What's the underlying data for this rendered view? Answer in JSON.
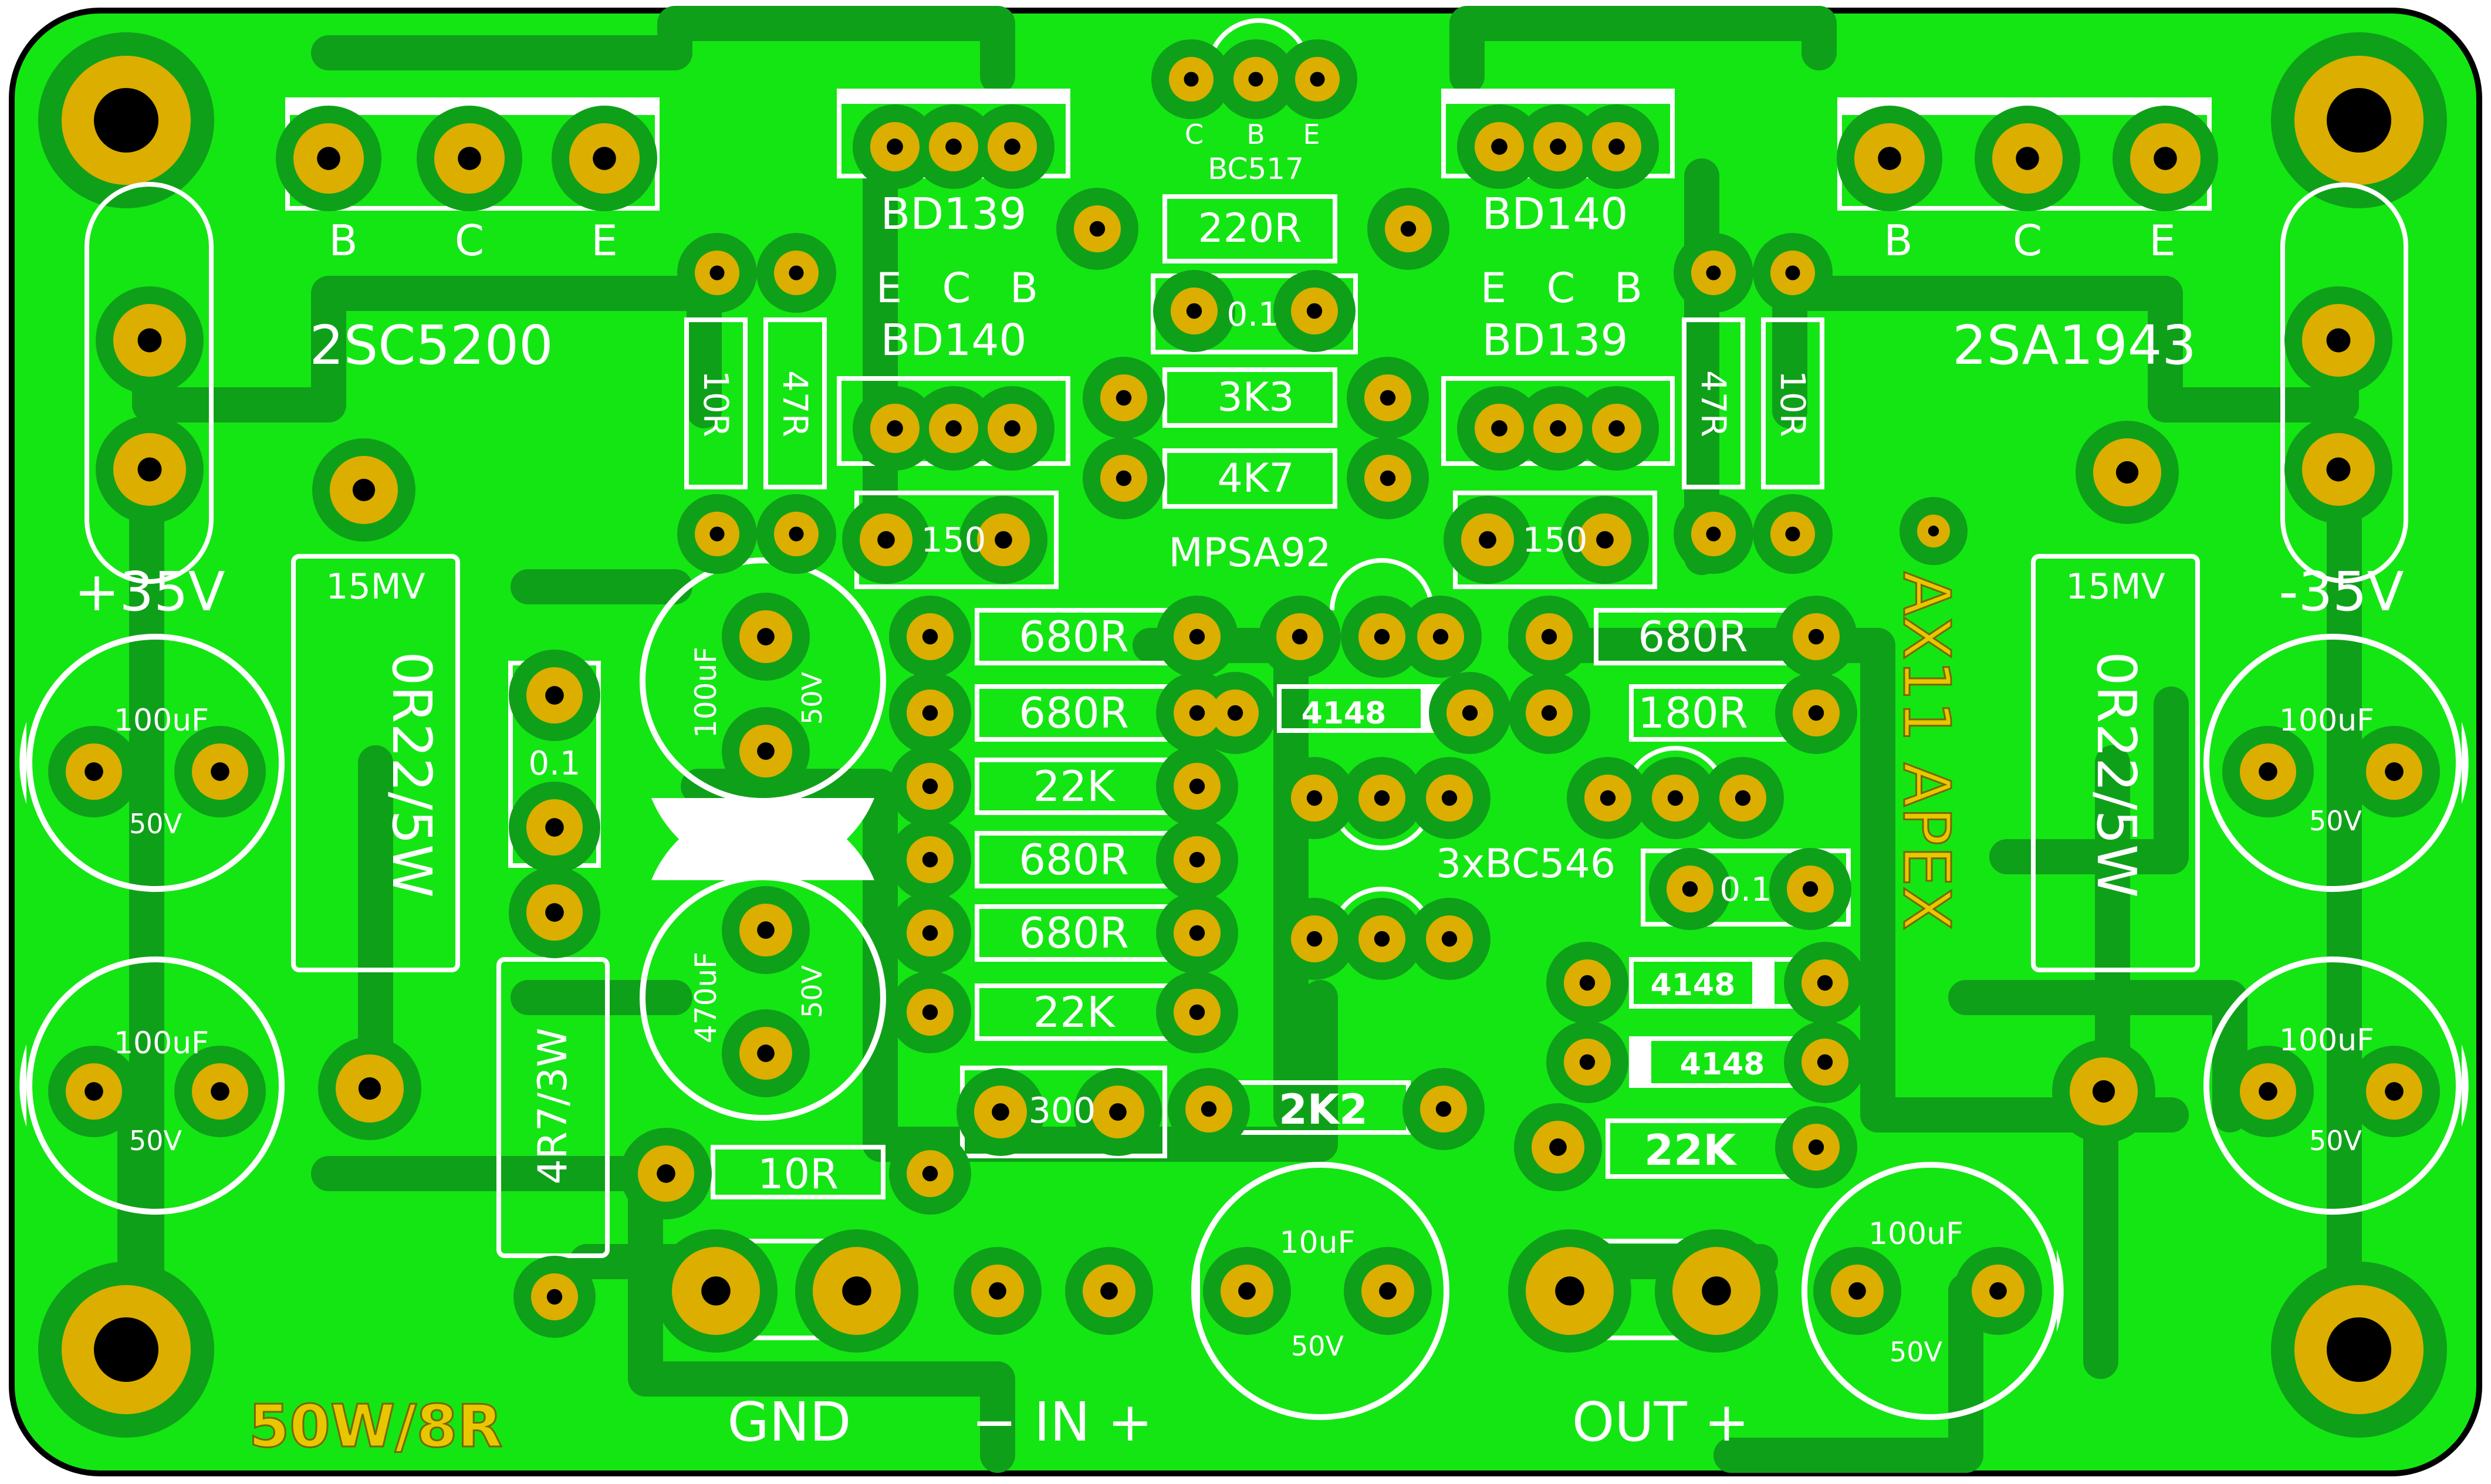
{
  "colors": {
    "board": "#14e614",
    "trace": "#0fa01a",
    "silkscreen": "#ffffff",
    "pad": "#dcae00",
    "hole": "#000000",
    "label_accent": "#e8c700",
    "outline": "#000000"
  },
  "board": {
    "title": "AX11 APEX",
    "power_rating": "50W/8R"
  },
  "power_transistors": {
    "left": {
      "part": "2SC5200",
      "pins": [
        "B",
        "C",
        "E"
      ]
    },
    "right": {
      "part": "2SA1943",
      "pins": [
        "B",
        "C",
        "E"
      ]
    }
  },
  "driver_transistors": {
    "top_left": {
      "part": "BD139",
      "pins": [
        "E",
        "C",
        "B"
      ]
    },
    "mid_left": {
      "part": "BD140"
    },
    "top_right": {
      "part": "BD140",
      "pins": [
        "E",
        "C",
        "B"
      ]
    },
    "mid_right": {
      "part": "BD139"
    }
  },
  "small_transistors": {
    "bias": {
      "part": "BC517",
      "pins": [
        "C",
        "B",
        "E"
      ]
    },
    "vas": "MPSA92",
    "ltp": "3xBC546"
  },
  "rails": {
    "positive": "+35V",
    "negative": "-35V"
  },
  "resistors": {
    "emitter_left": "0R22/5W",
    "emitter_right": "0R22/5W",
    "fuse_left": "15MV",
    "fuse_right": "15MV",
    "zobel": "4R7/3W",
    "r_220": "220R",
    "r_3k3": "3K3",
    "r_4k7": "4K7",
    "r_10_left": "10R",
    "r_47_left": "47R",
    "r_47_right": "47R",
    "r_10_right": "10R",
    "r_150_left": "150",
    "r_150_right": "150",
    "r_680a": "680R",
    "r_680b": "680R",
    "r_22k_a": "22K",
    "r_680c": "680R",
    "r_680d": "680R",
    "r_22k_b": "22K",
    "r_680_right": "680R",
    "r_180": "180R",
    "r_300": "300",
    "r_2k2": "2K2",
    "r_10_bottom": "10R",
    "r_22k_c": "22K"
  },
  "capacitors": {
    "c01_top": "0.1",
    "c01_left": "0.1",
    "c01_right": "0.1",
    "big_100": {
      "value": "100uF",
      "voltage": "50V"
    },
    "big_470": {
      "value": "470uF",
      "voltage": "50V"
    },
    "rail_left_top": {
      "value": "100uF",
      "voltage": "50V"
    },
    "rail_left_bottom": {
      "value": "100uF",
      "voltage": "50V"
    },
    "rail_right_top": {
      "value": "100uF",
      "voltage": "50V"
    },
    "rail_right_bottom": {
      "value": "100uF",
      "voltage": "50V"
    },
    "input": {
      "value": "10uF",
      "voltage": "50V"
    },
    "output": {
      "value": "100uF",
      "voltage": "50V"
    }
  },
  "diodes": {
    "d1": "4148",
    "d2": "4148",
    "d3": "4148"
  },
  "connectors": {
    "gnd": "GND",
    "input": "− IN +",
    "output": "OUT +"
  }
}
